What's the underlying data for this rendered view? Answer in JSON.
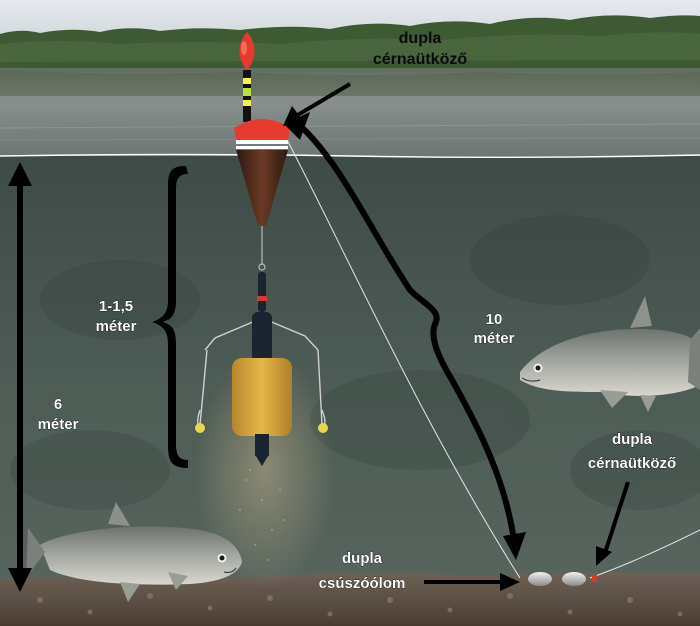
{
  "labels": {
    "top_stop_l1": "dupla",
    "top_stop_l2": "cérnaütköző",
    "range_l1": "1-1,5",
    "range_l2": "méter",
    "depth_l1": "6",
    "depth_l2": "méter",
    "line_l1": "10",
    "line_l2": "méter",
    "bottom_stop_l1": "dupla",
    "bottom_stop_l2": "cérnaütköző",
    "sinker_l1": "dupla",
    "sinker_l2": "csúszóólom"
  },
  "colors": {
    "sky": "#d7dde2",
    "trees": "#3f5b33",
    "surface_water": "#7f8884",
    "underwater": "#48564f",
    "gravel": "#6b5a4c",
    "float_tip": "#e83a2e",
    "feeder": "#d6a83a"
  }
}
